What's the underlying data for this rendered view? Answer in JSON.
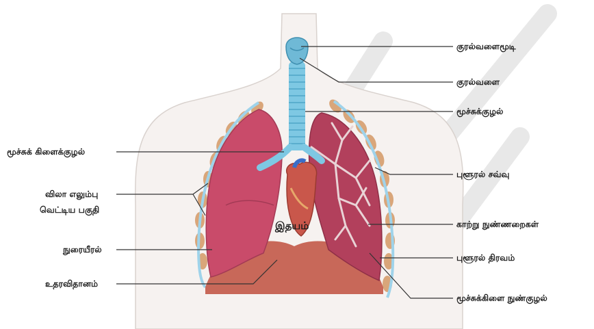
{
  "labels": {
    "larynx_cover": "குரல்வளைமூடி",
    "larynx": "குரல்வளை",
    "trachea": "மூச்சுக்குழல்",
    "bronchus": "மூச்சுக் கிளைக்குழல்",
    "pleura": "புளூரல் சவ்வு",
    "rib_cut_line1": "விலா எலும்பு",
    "rib_cut_line2": "வெட்டிய பகுதி",
    "heart": "இதயம்",
    "alveoli": "காற்று நுண்ணறைகள்",
    "lung": "நுரையீரல்",
    "pleural_fluid": "புளூரல் திரவம்",
    "diaphragm": "உதரவிதானம்",
    "bronchiole": "மூச்சுக்கிளை நுண்குழல்"
  },
  "colors": {
    "skin": "#f4f0ee",
    "lung_outer": "#c94b6a",
    "lung_cut": "#b2405c",
    "airway": "#7ec8e3",
    "diaphragm": "#c0503e",
    "rib": "#d9a67a"
  }
}
